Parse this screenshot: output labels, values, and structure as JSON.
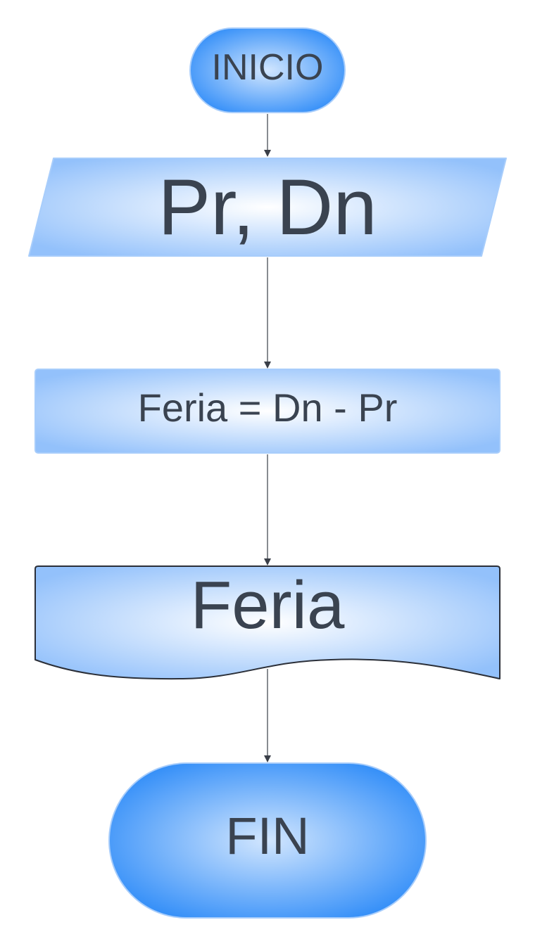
{
  "colors": {
    "node_center": "#ffffff",
    "node_edge": "#93c1fb",
    "terminal_center": "#d2e6fe",
    "terminal_edge": "#2f8cf8",
    "node_stroke": "#a8cdfb",
    "document_stroke": "#2b2f38",
    "text": "#3a4350",
    "connector": "#3a3f48"
  },
  "nodes": {
    "start": {
      "label": "INICIO",
      "shape": "terminal"
    },
    "input": {
      "label": "Pr, Dn",
      "shape": "parallelogram"
    },
    "process": {
      "label": "Feria = Dn - Pr",
      "shape": "rectangle"
    },
    "output": {
      "label": "Feria",
      "shape": "document"
    },
    "end": {
      "label": "FIN",
      "shape": "terminal"
    }
  },
  "connectors": [
    {
      "from": "start",
      "to": "input"
    },
    {
      "from": "input",
      "to": "process"
    },
    {
      "from": "process",
      "to": "output"
    },
    {
      "from": "output",
      "to": "end"
    }
  ]
}
